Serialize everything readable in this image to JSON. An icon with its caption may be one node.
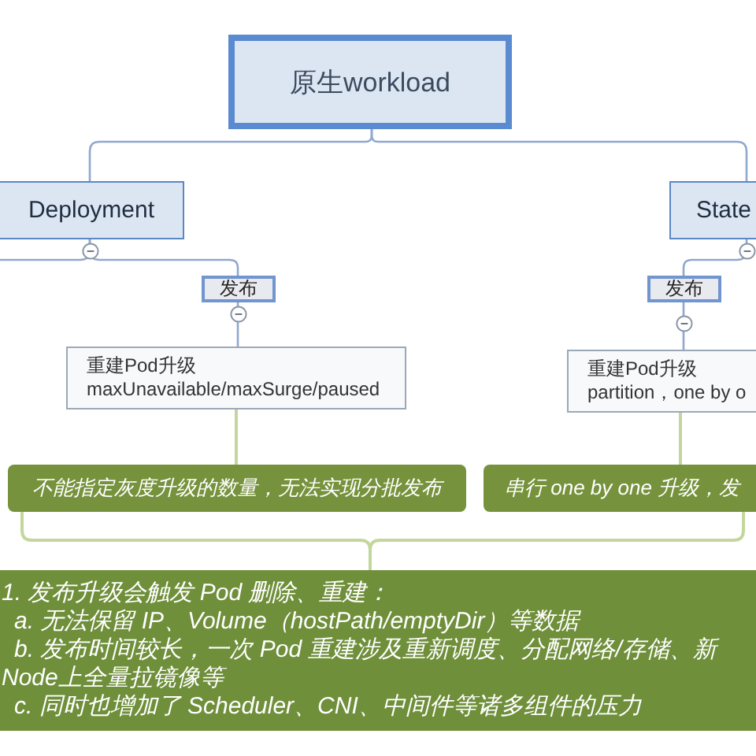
{
  "diagram": {
    "nodes": [
      {
        "text": [
          "原生workload"
        ]
      },
      {
        "text": [
          "Deployment"
        ]
      },
      {
        "text": [
          "State"
        ]
      },
      {
        "text": [
          "发布"
        ]
      },
      {
        "text": [
          "发布"
        ]
      },
      {
        "text": [
          "重建Pod升级",
          "maxUnavailable/maxSurge/paused"
        ]
      },
      {
        "text": [
          "重建Pod升级",
          "partition，one by o"
        ]
      },
      {
        "text": [
          "不能指定灰度升级的数量，无法实现分批发布"
        ]
      },
      {
        "text": [
          "串行 one by one 升级，发"
        ]
      },
      {
        "text": [
          "1. 发布升级会触发 Pod 删除、重建：",
          "a. 无法保留 IP、Volume（hostPath/emptyDir）等数据",
          "b. 发布时间较长，一次 Pod 重建涉及重新调度、分配网络/存储、新Node上全量拉镜像等",
          "c. 同时也增加了 Scheduler、CNI、中间件等诸多组件的压力"
        ]
      }
    ],
    "edges": [
      {
        "from": 0,
        "to": 1,
        "arrow": "none"
      },
      {
        "from": 0,
        "to": 2,
        "arrow": "none"
      },
      {
        "from": 1,
        "to": 3,
        "arrow": "none"
      },
      {
        "from": 1,
        "to": null,
        "arrow": "none"
      },
      {
        "from": 2,
        "to": 4,
        "arrow": "none"
      },
      {
        "from": 3,
        "to": 5,
        "arrow": "none"
      },
      {
        "from": 4,
        "to": 6,
        "arrow": "none"
      },
      {
        "from": 5,
        "to": 7,
        "arrow": "none",
        "color": "#c3d69b"
      },
      {
        "from": 6,
        "to": 8,
        "arrow": "none",
        "color": "#c3d69b"
      },
      {
        "from": 7,
        "to": 9,
        "arrow": "none",
        "color": "#c3d69b"
      },
      {
        "from": 8,
        "to": 9,
        "arrow": "none",
        "color": "#c3d69b"
      }
    ]
  }
}
